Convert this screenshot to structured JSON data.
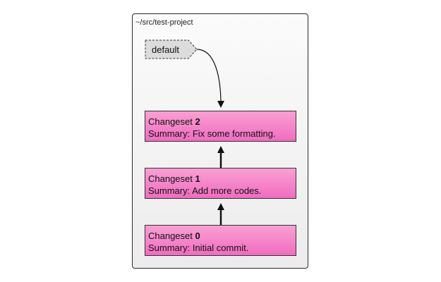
{
  "repository": {
    "path": "~/src/test-project"
  },
  "branch_tag": {
    "label": "default"
  },
  "changesets": [
    {
      "word": "Changeset",
      "number": "2",
      "summary": "Summary: Fix some formatting."
    },
    {
      "word": "Changeset",
      "number": "1",
      "summary": "Summary: Add more codes."
    },
    {
      "word": "Changeset",
      "number": "0",
      "summary": "Summary: Initial commit."
    }
  ],
  "colors": {
    "changeset_fill_top": "#f9a0d3",
    "changeset_fill_bottom": "#f06cc0",
    "tag_fill": "#dcdcdc",
    "border": "#333333"
  }
}
